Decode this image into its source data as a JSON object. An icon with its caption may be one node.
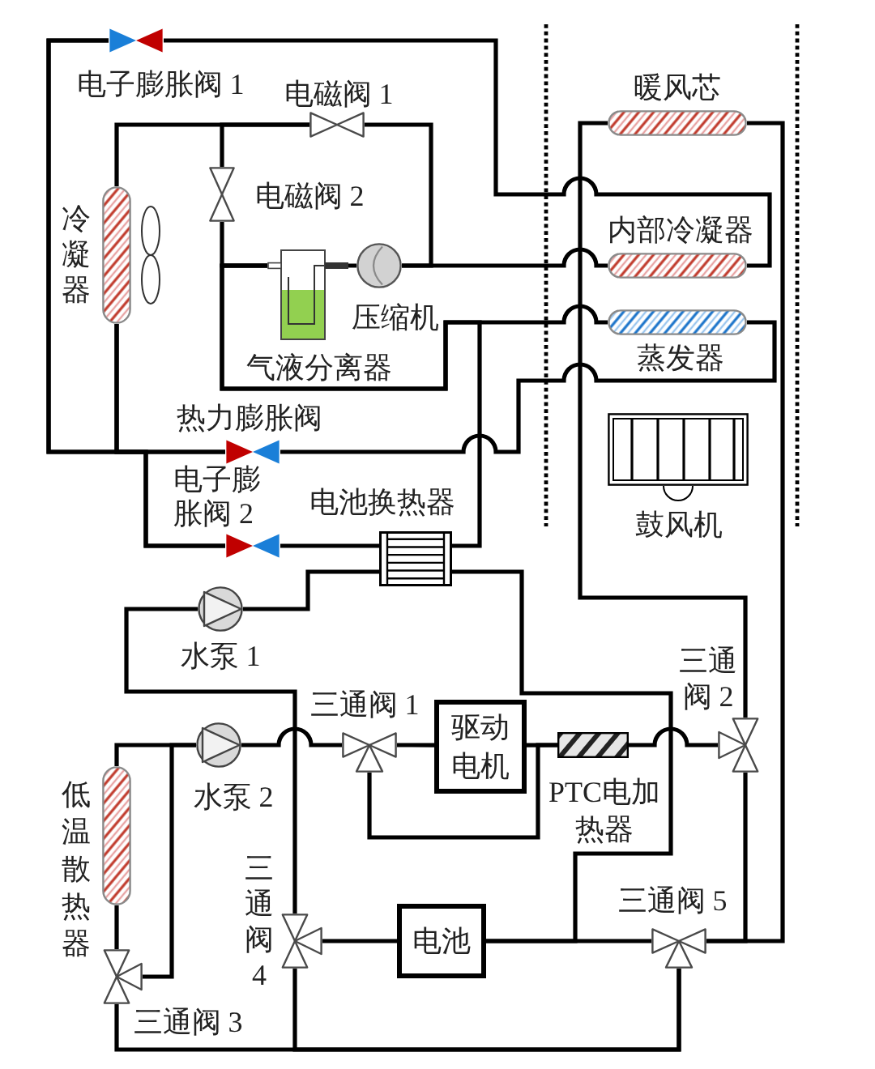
{
  "diagram": {
    "nodes": [
      {
        "text": [],
        "shape": "valve",
        "beside": [
          "电子膨胀阀 1"
        ]
      },
      {
        "text": [],
        "shape": "valve",
        "beside": [
          "电磁阀 1"
        ]
      },
      {
        "text": [],
        "shape": "capsule",
        "beside": [
          "暖风芯"
        ]
      },
      {
        "text": [],
        "shape": "valve",
        "beside": [
          "电磁阀 2"
        ]
      },
      {
        "text": [],
        "shape": "capsule",
        "beside": [
          "冷凝器"
        ]
      },
      {
        "text": [],
        "shape": "capsule",
        "beside": [
          "内部冷凝器"
        ]
      },
      {
        "text": [],
        "shape": "circle",
        "beside": [
          "压缩机"
        ]
      },
      {
        "text": [],
        "shape": "capsule",
        "beside": [
          "蒸发器"
        ]
      },
      {
        "text": [],
        "shape": "box",
        "beside": [
          "气液分离器"
        ]
      },
      {
        "text": [],
        "shape": "valve",
        "beside": [
          "热力膨胀阀"
        ]
      },
      {
        "text": [],
        "shape": "box",
        "beside": [
          "鼓风机"
        ]
      },
      {
        "text": [],
        "shape": "valve",
        "beside": [
          "电子膨胀阀 2"
        ]
      },
      {
        "text": [],
        "shape": "box",
        "beside": [
          "电池换热器"
        ]
      },
      {
        "text": [],
        "shape": "circle",
        "beside": [
          "水泵 1"
        ]
      },
      {
        "text": [],
        "shape": "valve",
        "beside": [
          "三通阀 1"
        ]
      },
      {
        "text": [
          "驱动电机"
        ]
      },
      {
        "text": [],
        "shape": "valve",
        "beside": [
          "三通阀 2"
        ]
      },
      {
        "text": [],
        "shape": "circle",
        "beside": [
          "水泵 2"
        ]
      },
      {
        "text": [],
        "shape": "box",
        "beside": [
          "PTC电加热器"
        ]
      },
      {
        "text": [],
        "shape": "capsule",
        "beside": [
          "低温散热器"
        ]
      },
      {
        "text": [],
        "shape": "valve",
        "beside": [
          "三通阀 4"
        ]
      },
      {
        "text": [
          "电池"
        ]
      },
      {
        "text": [],
        "shape": "valve",
        "beside": [
          "三通阀 5"
        ]
      },
      {
        "text": [],
        "shape": "valve",
        "beside": [
          "三通阀 3"
        ]
      }
    ],
    "edges": [
      {
        "from": 6,
        "to": 5,
        "arrow": "none"
      },
      {
        "from": 6,
        "to": 1,
        "arrow": "none"
      },
      {
        "from": 1,
        "to": 4,
        "arrow": "none"
      },
      {
        "from": 1,
        "to": 3,
        "arrow": "none"
      },
      {
        "from": 5,
        "to": 0,
        "arrow": "none"
      },
      {
        "from": 0,
        "to": 9,
        "arrow": "none"
      },
      {
        "from": 0,
        "to": 11,
        "arrow": "none"
      },
      {
        "from": 4,
        "to": 9,
        "arrow": "none"
      },
      {
        "from": 4,
        "to": 11,
        "arrow": "none"
      },
      {
        "from": 9,
        "to": 7,
        "arrow": "none"
      },
      {
        "from": 11,
        "to": 12,
        "arrow": "none"
      },
      {
        "from": 7,
        "to": 8,
        "arrow": "none"
      },
      {
        "from": 12,
        "to": 8,
        "arrow": "none"
      },
      {
        "from": 3,
        "to": 8,
        "arrow": "none"
      },
      {
        "from": 8,
        "to": 6,
        "arrow": "none"
      },
      {
        "from": 13,
        "to": 12,
        "arrow": "none"
      },
      {
        "from": 12,
        "to": 21,
        "arrow": "none"
      },
      {
        "from": 21,
        "to": 22,
        "arrow": "none"
      },
      {
        "from": 13,
        "to": 20,
        "arrow": "none"
      },
      {
        "from": 17,
        "to": 14,
        "arrow": "none"
      },
      {
        "from": 14,
        "to": 15,
        "arrow": "none"
      },
      {
        "from": 15,
        "to": 18,
        "arrow": "none"
      },
      {
        "from": 14,
        "to": 18,
        "arrow": "none"
      },
      {
        "from": 18,
        "to": 16,
        "arrow": "none"
      },
      {
        "from": 2,
        "to": 16,
        "arrow": "none"
      },
      {
        "from": 2,
        "to": 22,
        "arrow": "none"
      },
      {
        "from": 16,
        "to": 22,
        "arrow": "none"
      },
      {
        "from": 17,
        "to": 19,
        "arrow": "none"
      },
      {
        "from": 17,
        "to": 23,
        "arrow": "none"
      },
      {
        "from": 19,
        "to": 23,
        "arrow": "none"
      },
      {
        "from": 23,
        "to": 22,
        "arrow": "none"
      },
      {
        "from": 20,
        "to": 22,
        "arrow": "none"
      },
      {
        "from": 21,
        "to": 20,
        "arrow": "none"
      }
    ]
  }
}
